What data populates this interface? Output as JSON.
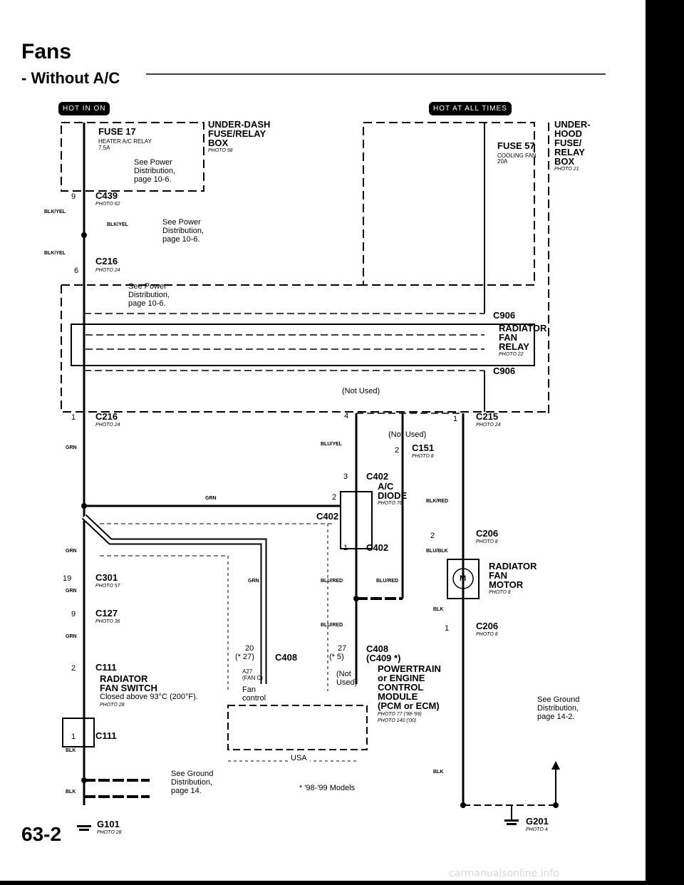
{
  "header": {
    "title": "Fans",
    "subtitle": "Without A/C"
  },
  "indicators": {
    "hot_in_on": "HOT IN ON",
    "hot_at_all_times": "HOT AT ALL TIMES"
  },
  "underdash": {
    "fuse": "FUSE 17",
    "fuse_desc": "HEATER A/C RELAY",
    "fuse_amp": "7.5A",
    "box_l1": "UNDER-DASH",
    "box_l2": "FUSE/RELAY",
    "box_l3": "BOX",
    "box_photo": "PHOTO 58"
  },
  "seepower": {
    "l1": "See Power",
    "l2": "Distribution,",
    "l3": "page 10-6."
  },
  "underhood": {
    "fuse": "FUSE 57",
    "fuse_desc": "COOLING FAN",
    "fuse_amp": "20A",
    "box_l1": "UNDER-",
    "box_l2": "HOOD",
    "box_l3": "FUSE/",
    "box_l4": "RELAY",
    "box_l5": "BOX",
    "box_photo": "PHOTO 21"
  },
  "conn": {
    "c439": {
      "pin": "9",
      "name": "C439",
      "photo": "PHOTO 62"
    },
    "c216a": {
      "pin": "6",
      "name": "C216",
      "photo": "PHOTO 24"
    },
    "c216b": {
      "pin": "1",
      "name": "C216",
      "photo": "PHOTO 24"
    },
    "c906a": "C906",
    "c906b": "C906",
    "c215": {
      "pin": "1",
      "name": "C215",
      "photo": "PHOTO 24"
    },
    "c151": {
      "pin": "2",
      "name": "C151",
      "photo": "PHOTO 8"
    },
    "c402": {
      "pin3": "3",
      "pin2": "2",
      "pin1": "1",
      "name": "C402",
      "name2": "C402",
      "name3": "C402",
      "pin4": "4"
    },
    "c206a": {
      "pin": "2",
      "name": "C206",
      "photo": "PHOTO 8"
    },
    "c206b": {
      "pin": "1",
      "name": "C206",
      "photo": "PHOTO 8"
    },
    "c301": {
      "pin": "19",
      "name": "C301",
      "photo": "PHOTO 57"
    },
    "c127": {
      "pin": "9",
      "name": "C127",
      "photo": "PHOTO 36"
    },
    "c111a": {
      "pin": "2",
      "name": "C111"
    },
    "c111b": {
      "pin": "1",
      "name": "C111"
    },
    "c408": {
      "pin_a": "20",
      "pin_a2": "(* 27)",
      "name": "C408",
      "pin_b": "27",
      "pin_b2": "(* 5)",
      "name_b": "C408",
      "name_b2": "(C409 *)"
    }
  },
  "wires": {
    "blkyel": "BLK/YEL",
    "grn": "GRN",
    "bluyel": "BLU/YEL",
    "blkred": "BLK/RED",
    "blublk": "BLU/BLK",
    "blured": "BLU/RED",
    "blk": "BLK"
  },
  "relay": {
    "l1": "RADIATOR",
    "l2": "FAN",
    "l3": "RELAY",
    "photo": "PHOTO 22"
  },
  "notused": "(Not Used)",
  "diode": {
    "l1": "A/C",
    "l2": "DIODE",
    "photo": "PHOTO 76"
  },
  "motor": {
    "l1": "RADIATOR",
    "l2": "FAN",
    "l3": "MOTOR",
    "photo": "PHOTO 8",
    "m": "M"
  },
  "fanswitch": {
    "l1": "RADIATOR",
    "l2": "FAN SWITCH",
    "l3": "Closed above 93°C (200°F).",
    "photo": "PHOTO 28"
  },
  "pcm": {
    "pin": "A27",
    "pin2": "(FAN C)",
    "fan": "Fan",
    "control": "control",
    "notused1": "(Not",
    "notused2": "Used)",
    "l1": "POWERTRAIN",
    "l2": "or ENGINE",
    "l3": "CONTROL",
    "l4": "MODULE",
    "l5": "(PCM or ECM)",
    "photo1": "PHOTO 77 ('98-'99)",
    "photo2": "PHOTO 140 ('00)",
    "usa": "USA"
  },
  "ground": {
    "l1": "See Ground",
    "l2": "Distribution,",
    "l3": "page 14.",
    "g101": "G101",
    "g101_photo": "PHOTO 28",
    "r1": "See Ground",
    "r2": "Distribution,",
    "r3": "page 14-2.",
    "g201": "G201",
    "g201_photo": "PHOTO 4"
  },
  "models_note": "* '98-'99 Models",
  "page_number": "63-2",
  "footer": "carmanualsonline.info"
}
